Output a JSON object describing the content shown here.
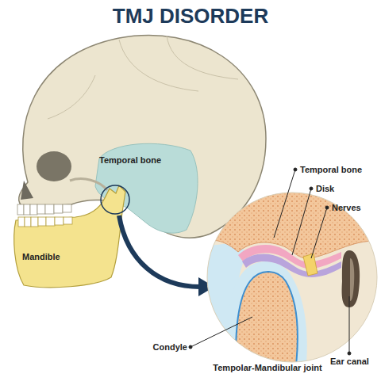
{
  "diagram": {
    "title": "TMJ DISORDER",
    "labels": [
      "Temporal bone",
      "Mandible",
      "Temporal bone",
      "Disk",
      "Nerves",
      "Condyle",
      "Tempolar-Mandibular joint",
      "Ear canal"
    ]
  }
}
